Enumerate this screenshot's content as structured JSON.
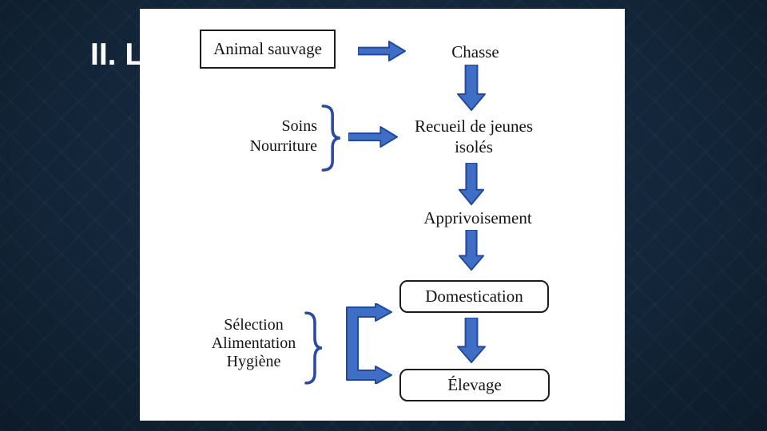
{
  "slide": {
    "title_visible": "II. L"
  },
  "colors": {
    "bg": "#13263a",
    "panel_bg": "#ffffff",
    "title": "#fafafa",
    "text": "#141414",
    "box_border": "#1c1c1c",
    "arrow_fill": "#3f6ec5",
    "arrow_stroke": "#24489e",
    "brace": "#2b4aa5"
  },
  "flowchart": {
    "nodes": {
      "animal_sauvage": "Animal sauvage",
      "chasse": "Chasse",
      "recueil_line1": "Recueil de jeunes",
      "recueil_line2": "isolés",
      "apprivoisement": "Apprivoisement",
      "domestication": "Domestication",
      "elevage": "Élevage"
    },
    "side_factors": {
      "care_line1": "Soins",
      "care_line2": "Nourriture",
      "husbandry_line1": "Sélection",
      "husbandry_line2": "Alimentation",
      "husbandry_line3": "Hygiène"
    }
  }
}
